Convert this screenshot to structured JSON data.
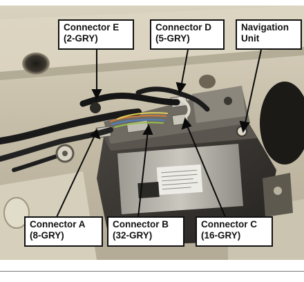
{
  "callouts": {
    "connector_e": {
      "line1": "Connector E",
      "line2": "(2-GRY)"
    },
    "connector_d": {
      "line1": "Connector D",
      "line2": "(5-GRY)"
    },
    "navigation_unit": {
      "line1": "Navigation",
      "line2": "Unit"
    },
    "connector_a": {
      "line1": "Connector A",
      "line2": "(8-GRY)"
    },
    "connector_b": {
      "line1": "Connector B",
      "line2": "(32-GRY)"
    },
    "connector_c": {
      "line1": "Connector C",
      "line2": "(16-GRY)"
    }
  },
  "colors": {
    "chassis": "#cfc8b4",
    "chassis_shadow": "#8a8271",
    "tray": "#3a3733",
    "unit_body": "#b8b6ad",
    "harness": "#1a1a1a",
    "label_border": "#111111"
  }
}
